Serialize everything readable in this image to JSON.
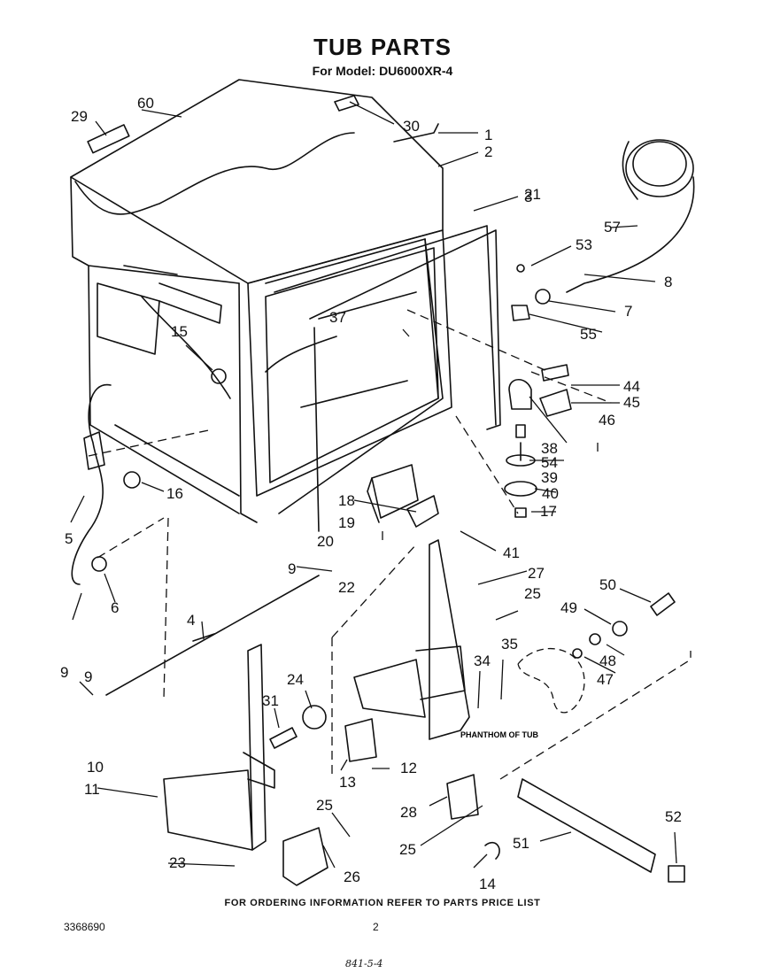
{
  "title": "TUB PARTS",
  "subtitle": "For Model: DU6000XR-4",
  "phantom_label": "PHANTHOM OF TUB",
  "footer": "FOR ORDERING INFORMATION REFER TO PARTS PRICE LIST",
  "document_number": "3368690",
  "page_number": "2",
  "handwritten_note": "841-5-4",
  "callouts": [
    "1",
    "2",
    "3",
    "4",
    "5",
    "6",
    "7",
    "8",
    "9",
    "9",
    "9",
    "10",
    "11",
    "12",
    "13",
    "14",
    "15",
    "16",
    "17",
    "18",
    "19",
    "20",
    "21",
    "22",
    "23",
    "24",
    "25",
    "25",
    "25",
    "26",
    "27",
    "28",
    "29",
    "30",
    "31",
    "34",
    "35",
    "37",
    "38",
    "39",
    "40",
    "41",
    "44",
    "45",
    "46",
    "47",
    "48",
    "49",
    "50",
    "51",
    "52",
    "53",
    "54",
    "55",
    "57",
    "60"
  ]
}
